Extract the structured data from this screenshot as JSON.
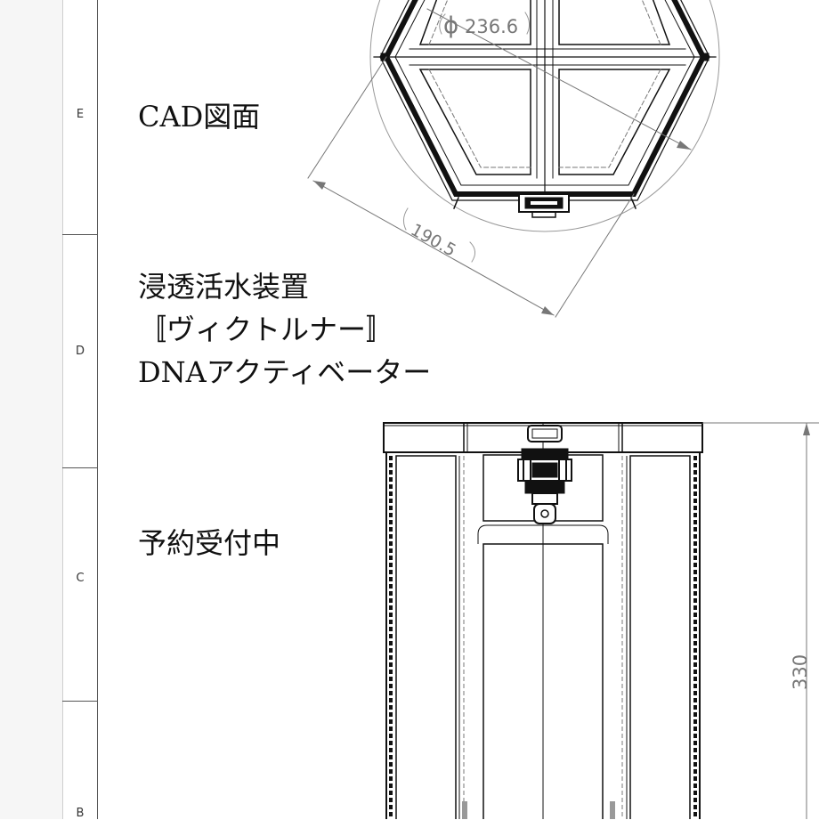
{
  "sheet": {
    "zones": [
      {
        "id": "zone-e",
        "label": "E"
      },
      {
        "id": "zone-d",
        "label": "D"
      },
      {
        "id": "zone-c",
        "label": "C"
      },
      {
        "id": "zone-b",
        "label": "B"
      }
    ]
  },
  "text": {
    "heading": "CAD図面",
    "product_line1": "浸透活水装置",
    "product_line2": "〚ヴィクトルナー〛",
    "product_line3": "DNAアクティベーター",
    "status": "予約受付中"
  },
  "dimensions": {
    "diameter": "236.6",
    "diameter_symbol": "ϕ",
    "side_length": "190.5",
    "height": "330"
  },
  "colors": {
    "line": "#111111",
    "dimension": "#777777",
    "zone_border": "#555555"
  }
}
